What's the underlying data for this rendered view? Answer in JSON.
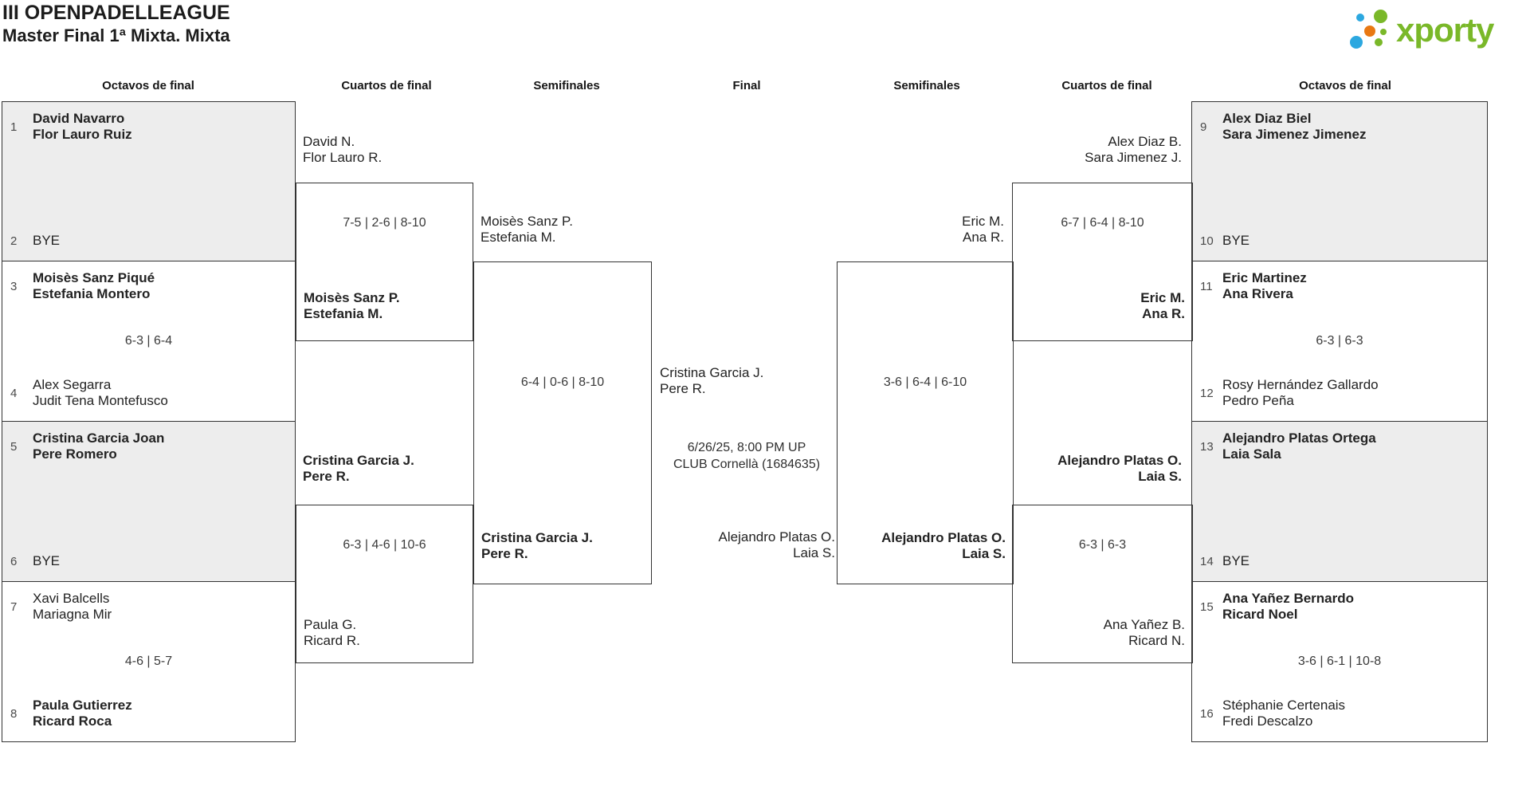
{
  "header": {
    "title": "III OPENPADELLEAGUE",
    "subtitle": "Master Final 1ª Mixta. Mixta"
  },
  "logo": {
    "text": "xporty"
  },
  "colors": {
    "logo_green": "#7ab829",
    "logo_blue": "#2ca8e0",
    "logo_orange": "#e97812",
    "box_gray": "#ededed",
    "line": "#333333"
  },
  "round_headers": [
    "Octavos de final",
    "Cuartos de final",
    "Semifinales",
    "Final",
    "Semifinales",
    "Cuartos de final",
    "Octavos de final"
  ],
  "bracket": {
    "octavos_left": [
      {
        "top": {
          "seed": "1",
          "p1": "David Navarro",
          "p2": "Flor Lauro Ruiz",
          "bold": true
        },
        "score": "",
        "bottom": {
          "seed": "2",
          "p1": "BYE",
          "p2": "",
          "bold": false
        }
      },
      {
        "top": {
          "seed": "3",
          "p1": "Moisès Sanz Piqué",
          "p2": "Estefania Montero",
          "bold": true
        },
        "score": "6-3 | 6-4",
        "bottom": {
          "seed": "4",
          "p1": "Alex Segarra",
          "p2": "Judit Tena Montefusco",
          "bold": false
        }
      },
      {
        "top": {
          "seed": "5",
          "p1": "Cristina Garcia Joan",
          "p2": "Pere Romero",
          "bold": true
        },
        "score": "",
        "bottom": {
          "seed": "6",
          "p1": "BYE",
          "p2": "",
          "bold": false
        }
      },
      {
        "top": {
          "seed": "7",
          "p1": "Xavi Balcells",
          "p2": "Mariagna Mir",
          "bold": false
        },
        "score": "4-6 | 5-7",
        "bottom": {
          "seed": "8",
          "p1": "Paula Gutierrez",
          "p2": "Ricard Roca",
          "bold": true
        }
      }
    ],
    "octavos_right": [
      {
        "top": {
          "seed": "9",
          "p1": "Alex Diaz Biel",
          "p2": "Sara Jimenez Jimenez",
          "bold": true
        },
        "score": "",
        "bottom": {
          "seed": "10",
          "p1": "BYE",
          "p2": "",
          "bold": false
        }
      },
      {
        "top": {
          "seed": "11",
          "p1": "Eric Martinez",
          "p2": "Ana Rivera",
          "bold": true
        },
        "score": "6-3 | 6-3",
        "bottom": {
          "seed": "12",
          "p1": "Rosy Hernández Gallardo",
          "p2": "Pedro Peña",
          "bold": false
        }
      },
      {
        "top": {
          "seed": "13",
          "p1": "Alejandro Platas Ortega",
          "p2": "Laia Sala",
          "bold": true
        },
        "score": "",
        "bottom": {
          "seed": "14",
          "p1": "BYE",
          "p2": "",
          "bold": false
        }
      },
      {
        "top": {
          "seed": "15",
          "p1": "Ana Yañez Bernardo",
          "p2": "Ricard Noel",
          "bold": true
        },
        "score": "3-6 | 6-1 | 10-8",
        "bottom": {
          "seed": "16",
          "p1": "Stéphanie Certenais",
          "p2": "Fredi Descalzo",
          "bold": false
        }
      }
    ],
    "quarters_left": [
      {
        "slot_top": {
          "p1": "David N.",
          "p2": "Flor Lauro R.",
          "bold": false
        },
        "score": "7-5 | 2-6 | 8-10",
        "slot_bottom": {
          "p1": "Moisès Sanz P.",
          "p2": "Estefania M.",
          "bold": true
        }
      },
      {
        "slot_top": {
          "p1": "Cristina Garcia J.",
          "p2": "Pere R.",
          "bold": true
        },
        "score": "6-3 | 4-6 | 10-6",
        "slot_bottom": {
          "p1": "Paula G.",
          "p2": "Ricard R.",
          "bold": false
        }
      }
    ],
    "quarters_right": [
      {
        "slot_top": {
          "p1": "Alex Diaz B.",
          "p2": "Sara Jimenez J.",
          "bold": false
        },
        "score": "6-7 | 6-4 | 8-10",
        "slot_bottom": {
          "p1": "Eric M.",
          "p2": "Ana R.",
          "bold": true
        }
      },
      {
        "slot_top": {
          "p1": "Alejandro Platas O.",
          "p2": "Laia S.",
          "bold": true
        },
        "score": "6-3 | 6-3",
        "slot_bottom": {
          "p1": "Ana Yañez B.",
          "p2": "Ricard N.",
          "bold": false
        }
      }
    ],
    "semi_left": {
      "slot_top": {
        "p1": "Moisès Sanz P.",
        "p2": "Estefania M.",
        "bold": false
      },
      "score": "6-4 | 0-6 | 8-10",
      "slot_bottom": {
        "p1": "Cristina Garcia J.",
        "p2": "Pere R.",
        "bold": true
      }
    },
    "semi_right": {
      "slot_top": {
        "p1": "Eric M.",
        "p2": "Ana R.",
        "bold": false
      },
      "score": "3-6 | 6-4 | 6-10",
      "slot_bottom": {
        "p1": "Alejandro Platas O.",
        "p2": "Laia S.",
        "bold": true
      }
    },
    "final": {
      "team_left": {
        "p1": "Cristina Garcia J.",
        "p2": "Pere R.",
        "bold": false
      },
      "schedule": "6/26/25, 8:00 PM UP CLUB Cornellà (1684635)",
      "team_right": {
        "p1": "Alejandro Platas O.",
        "p2": "Laia S.",
        "bold": false
      }
    }
  }
}
